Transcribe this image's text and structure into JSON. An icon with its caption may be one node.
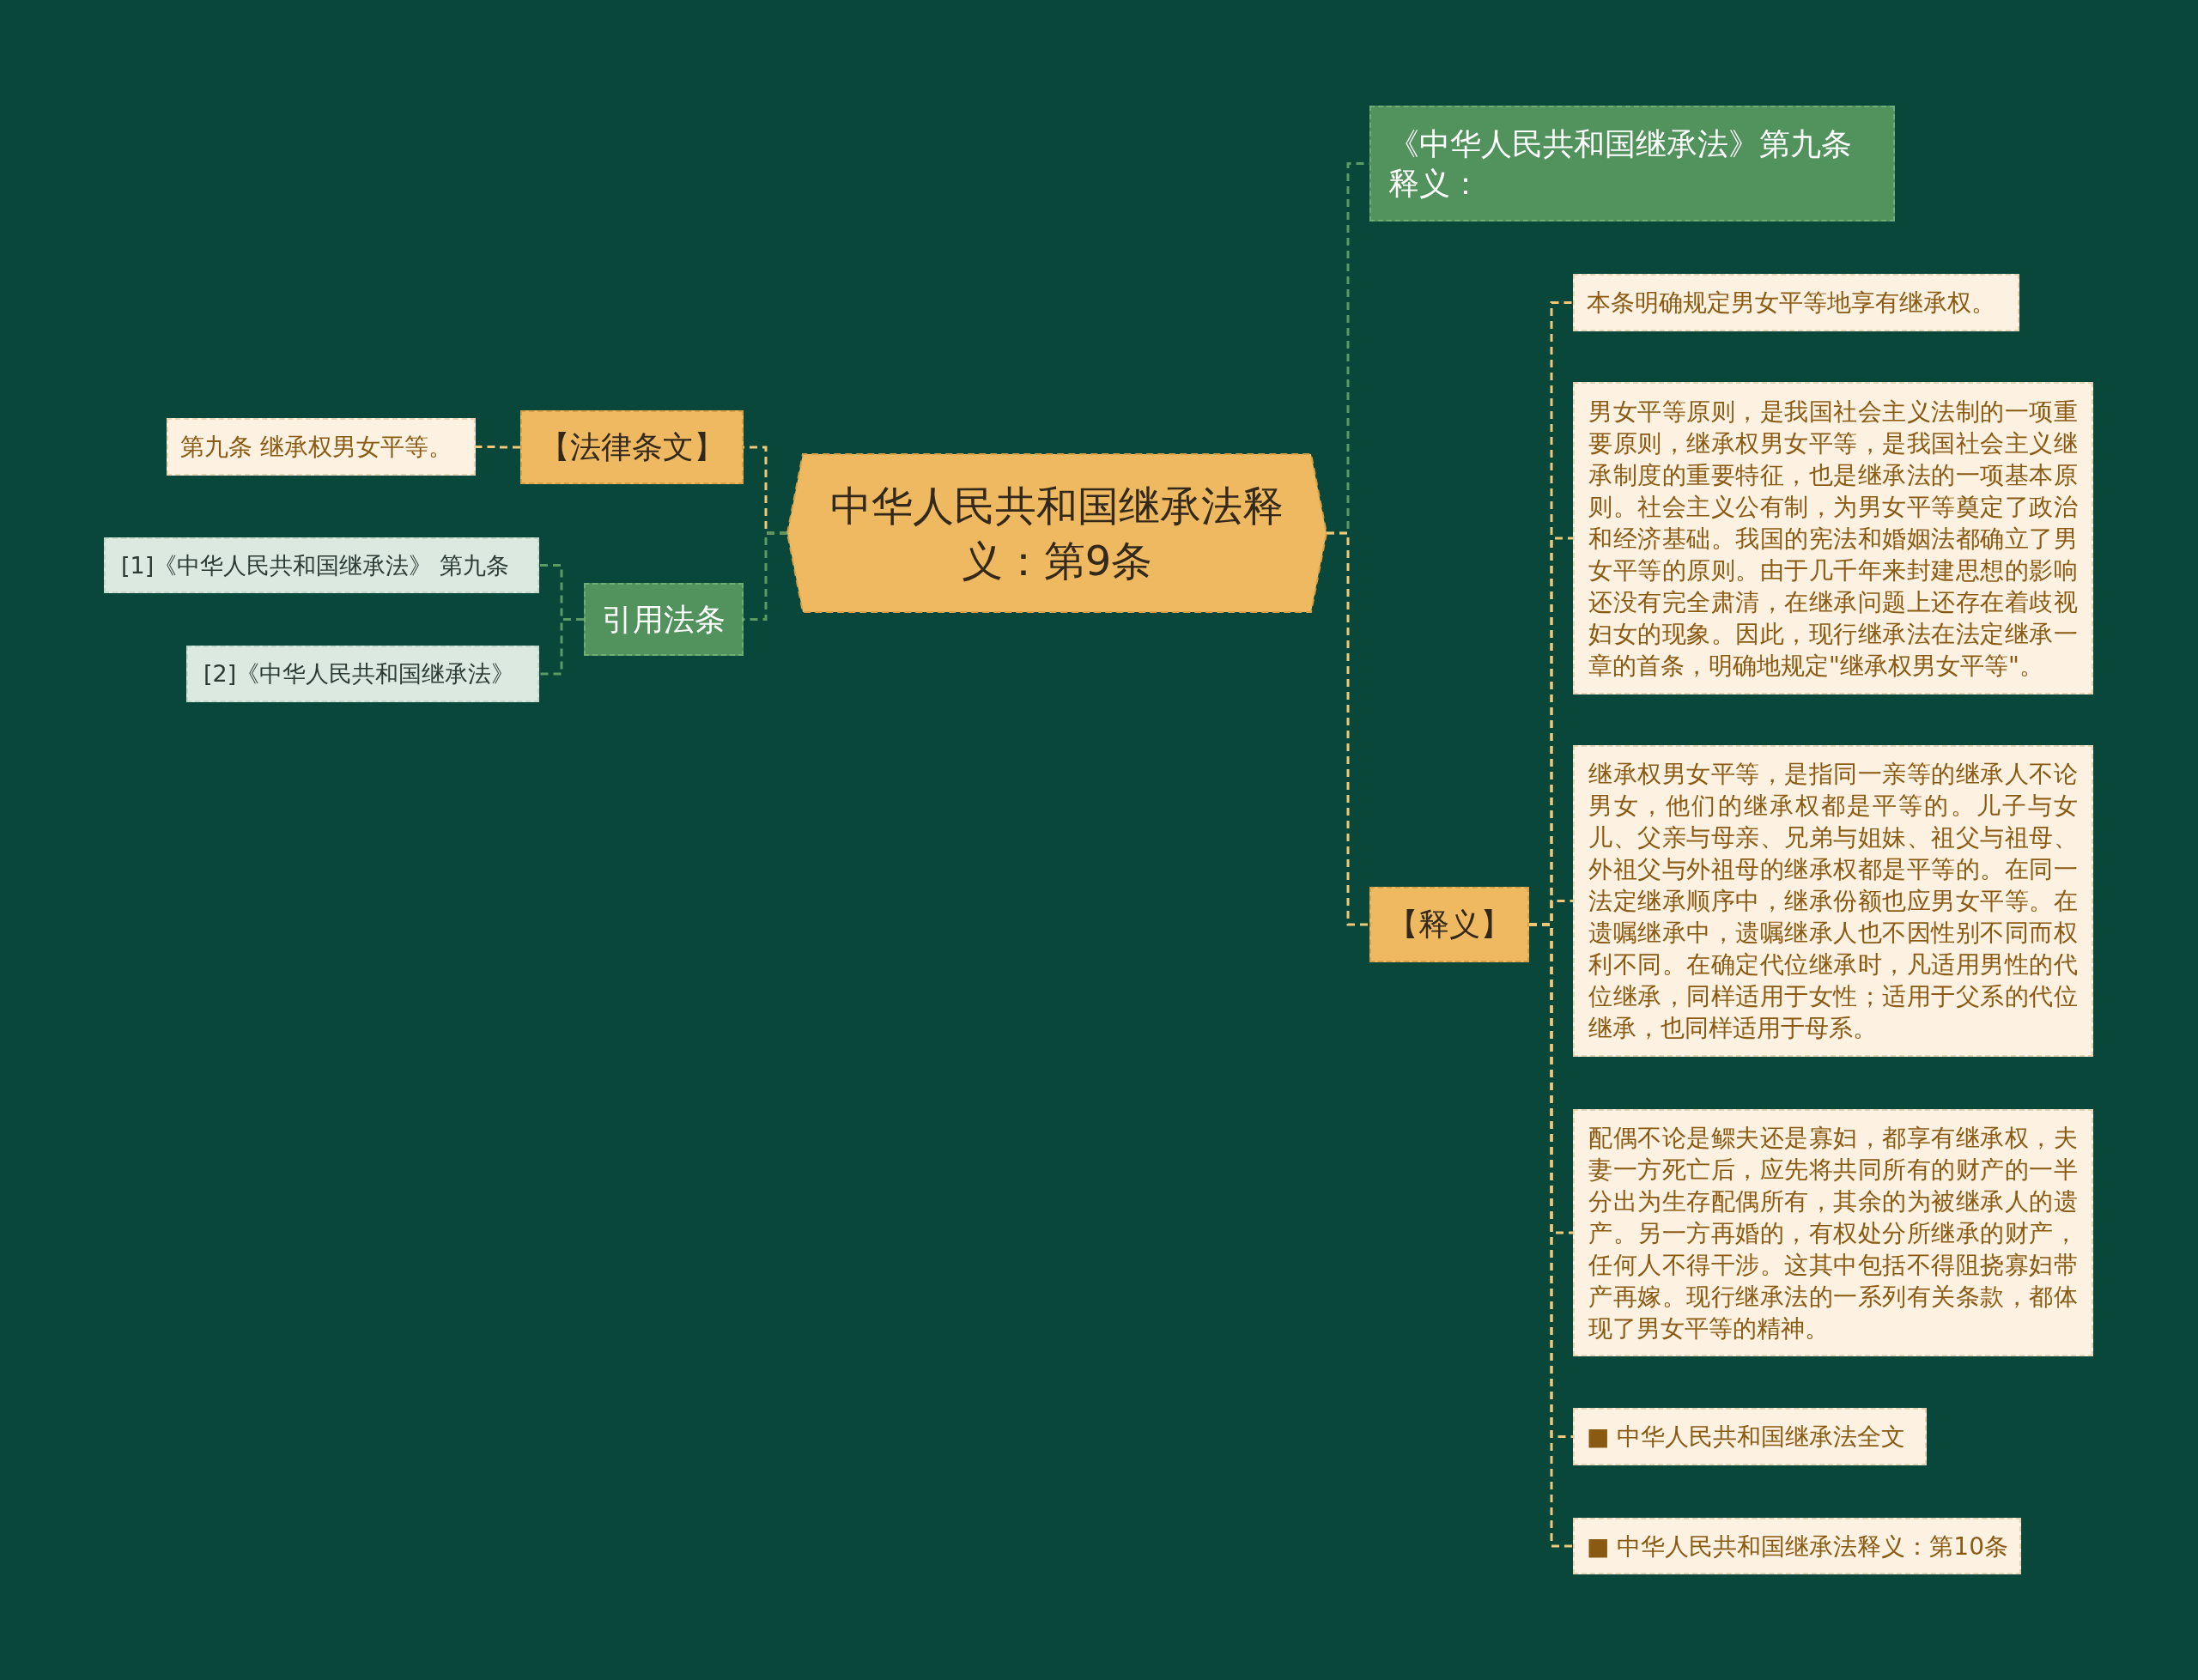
{
  "diagram": {
    "nodes": [
      {
        "text": [
          "中华人民共和国继承法释义：第9条"
        ]
      },
      {
        "text": [
          "《中华人民共和国继承法》第九条释义："
        ]
      },
      {
        "text": [
          "【法律条文】"
        ]
      },
      {
        "text": [
          "第九条 继承权男女平等。"
        ]
      },
      {
        "text": [
          "引用法条"
        ]
      },
      {
        "text": [
          "[1]《中华人民共和国继承法》 第九条"
        ]
      },
      {
        "text": [
          "[2]《中华人民共和国继承法》"
        ]
      },
      {
        "text": [
          "【释义】"
        ]
      },
      {
        "text": [
          "本条明确规定男女平等地享有继承权。"
        ]
      },
      {
        "text": [
          "男女平等原则，是我国社会主义法制的一项重要原则，继承权男女平等，是我国社会主义继承制度的重要特征，也是继承法的一项基本原则。社会主义公有制，为男女平等奠定了政治和经济基础。我国的宪法和婚姻法都确立了男女平等的原则。由于几千年来封建思想的影响还没有完全肃清，在继承问题上还存在着歧视妇女的现象。因此，现行继承法在法定继承一章的首条，明确地规定\"继承权男女平等\"。"
        ]
      },
      {
        "text": [
          "继承权男女平等，是指同一亲等的继承人不论男女，他们的继承权都是平等的。儿子与女儿、父亲与母亲、兄弟与姐妹、祖父与祖母、外祖父与外祖母的继承权都是平等的。在同一法定继承顺序中，继承份额也应男女平等。在遗嘱继承中，遗嘱继承人也不因性别不同而权利不同。在确定代位继承时，凡适用男性的代位继承，同样适用于女性；适用于父系的代位继承，也同样适用于母系。"
        ]
      },
      {
        "text": [
          "配偶不论是鳏夫还是寡妇，都享有继承权，夫妻一方死亡后，应先将共同所有的财产的一半分出为生存配偶所有，其余的为被继承人的遗产。另一方再婚的，有权处分所继承的财产，任何人不得干涉。这其中包括不得阻挠寡妇带产再嫁。现行继承法的一系列有关条款，都体现了男女平等的精神。"
        ]
      },
      {
        "text": [
          "■ 中华人民共和国继承法全文"
        ]
      },
      {
        "text": [
          "■ 中华人民共和国继承法释义：第10条"
        ]
      }
    ],
    "edges": [
      {
        "from": 0,
        "to": 1,
        "arrow": "none",
        "style": "dashed",
        "color": "#5b9a62"
      },
      {
        "from": 0,
        "to": 2,
        "arrow": "none",
        "style": "dashed"
      },
      {
        "from": 2,
        "to": 3,
        "arrow": "none",
        "style": "dashed"
      },
      {
        "from": 0,
        "to": 4,
        "arrow": "none",
        "style": "dashed",
        "color": "#5b9a62"
      },
      {
        "from": 4,
        "to": 5,
        "arrow": "none",
        "style": "dashed",
        "color": "#5b9a62"
      },
      {
        "from": 4,
        "to": 6,
        "arrow": "none",
        "style": "dashed",
        "color": "#5b9a62"
      },
      {
        "from": 0,
        "to": 7,
        "arrow": "none",
        "style": "dashed"
      },
      {
        "from": 7,
        "to": 8,
        "arrow": "none",
        "style": "dashed"
      },
      {
        "from": 7,
        "to": 9,
        "arrow": "none",
        "style": "dashed"
      },
      {
        "from": 7,
        "to": 10,
        "arrow": "none",
        "style": "dashed"
      },
      {
        "from": 7,
        "to": 11,
        "arrow": "none",
        "style": "dashed"
      },
      {
        "from": 7,
        "to": 12,
        "arrow": "none",
        "style": "dashed"
      },
      {
        "from": 7,
        "to": 13,
        "arrow": "none",
        "style": "dashed"
      }
    ]
  }
}
